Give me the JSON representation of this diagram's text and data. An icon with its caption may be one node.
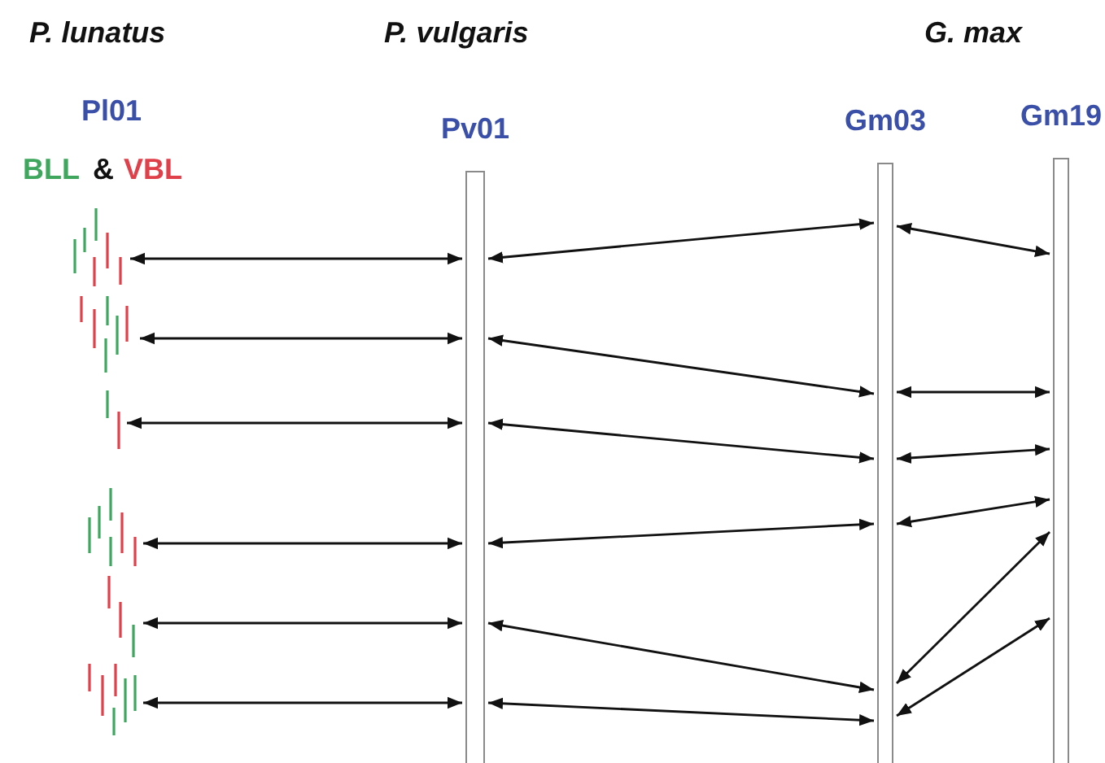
{
  "diagram": {
    "nodes": [
      {
        "text": [],
        "shape": "picture"
      },
      {
        "text": [],
        "shape": "picture"
      },
      {
        "text": [],
        "shape": "picture"
      },
      {
        "text": [],
        "shape": "picture"
      },
      {
        "text": [],
        "shape": "picture"
      },
      {
        "text": [],
        "shape": "picture"
      },
      {
        "text": [
          "Pv01"
        ]
      },
      {
        "text": [
          "Gm03"
        ]
      },
      {
        "text": [
          "Gm19"
        ]
      }
    ],
    "edges": [
      {
        "from": 0,
        "to": 6,
        "arrow": "both"
      },
      {
        "from": 1,
        "to": 6,
        "arrow": "both"
      },
      {
        "from": 2,
        "to": 6,
        "arrow": "both"
      },
      {
        "from": 3,
        "to": 6,
        "arrow": "both"
      },
      {
        "from": 4,
        "to": 6,
        "arrow": "both"
      },
      {
        "from": 5,
        "to": 6,
        "arrow": "both"
      },
      {
        "from": 6,
        "to": 7,
        "arrow": "both"
      },
      {
        "from": 6,
        "to": 7,
        "arrow": "both"
      },
      {
        "from": 6,
        "to": 7,
        "arrow": "both"
      },
      {
        "from": 6,
        "to": 7,
        "arrow": "both"
      },
      {
        "from": 6,
        "to": 7,
        "arrow": "both"
      },
      {
        "from": 6,
        "to": 7,
        "arrow": "both"
      },
      {
        "from": 7,
        "to": 8,
        "arrow": "both"
      },
      {
        "from": 7,
        "to": 8,
        "arrow": "both"
      },
      {
        "from": 7,
        "to": 8,
        "arrow": "both"
      },
      {
        "from": 7,
        "to": 8,
        "arrow": "both"
      },
      {
        "from": 7,
        "to": 8,
        "arrow": "both"
      },
      {
        "from": 7,
        "to": 8,
        "arrow": "both"
      }
    ],
    "labels": [
      "P. lunatus",
      "P. vulgaris",
      "G. max",
      "Pl01",
      "BLL",
      "&",
      "VBL"
    ]
  }
}
